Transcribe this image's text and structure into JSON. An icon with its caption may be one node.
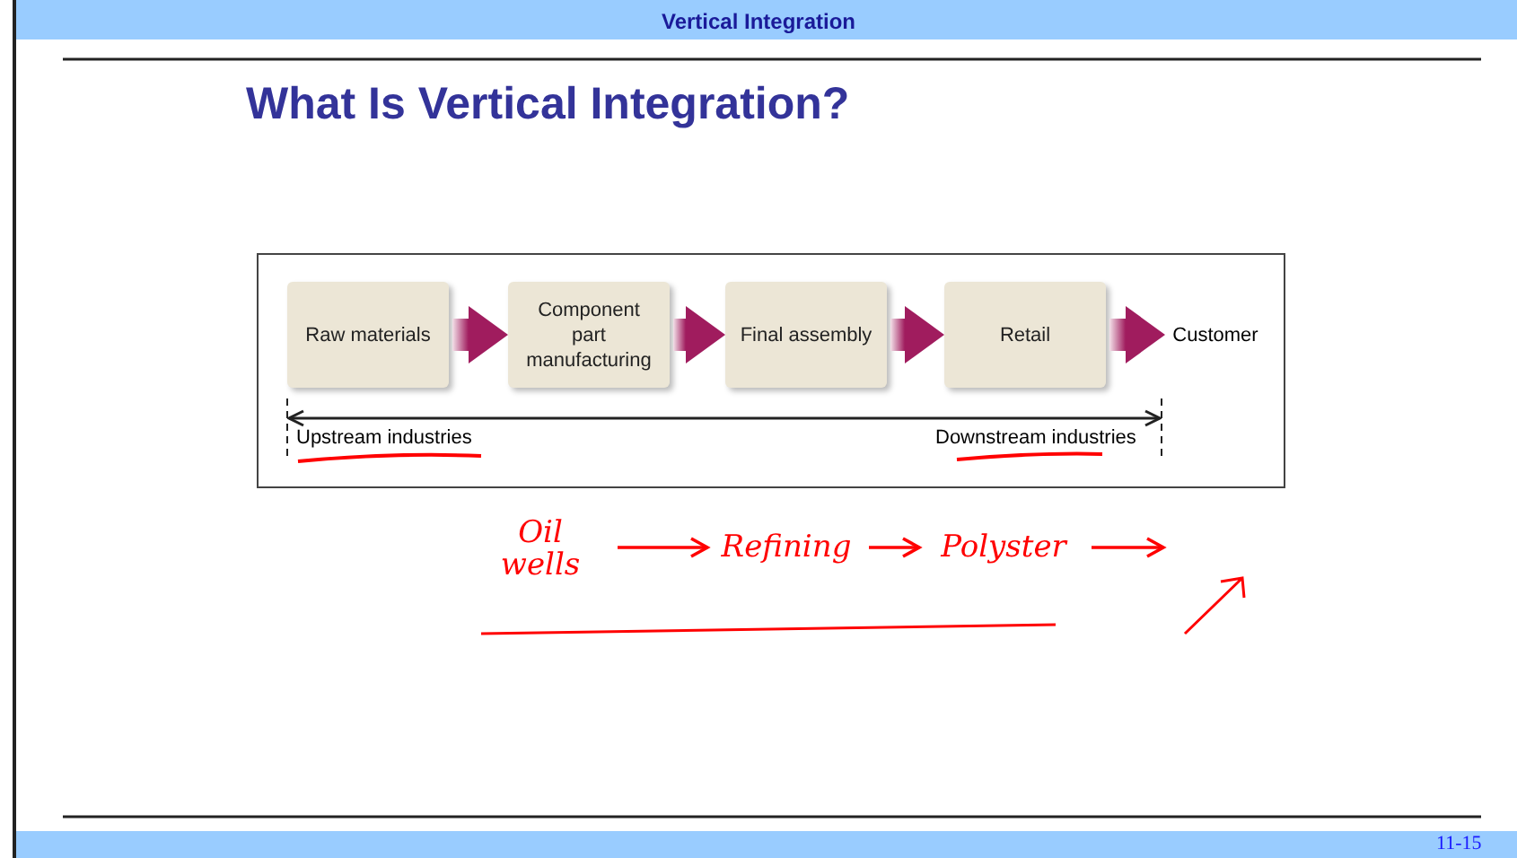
{
  "diagram": {
    "title": "What Is Vertical Integration?",
    "nodes": [
      {
        "text": [
          "Raw materials"
        ]
      },
      {
        "text": [
          "Component part manufacturing"
        ]
      },
      {
        "text": [
          "Final assembly"
        ]
      },
      {
        "text": [
          "Retail"
        ]
      },
      {
        "text": [
          "Customer"
        ]
      },
      {
        "text": [
          "Oil wells"
        ]
      },
      {
        "text": [
          "Refining"
        ]
      },
      {
        "text": [
          "Polyster"
        ]
      }
    ],
    "edges": [
      {
        "from": 0,
        "to": 1,
        "arrow": "to",
        "style": "thick"
      },
      {
        "from": 1,
        "to": 2,
        "arrow": "to",
        "style": "thick"
      },
      {
        "from": 2,
        "to": 3,
        "arrow": "to",
        "style": "thick"
      },
      {
        "from": 3,
        "to": 4,
        "arrow": "to",
        "style": "thick"
      },
      {
        "from": 5,
        "to": 6,
        "arrow": "to",
        "color": "#ff0000"
      },
      {
        "from": 6,
        "to": 7,
        "arrow": "to",
        "color": "#ff0000"
      },
      {
        "from": 7,
        "to": null,
        "arrow": "to",
        "color": "#ff0000"
      }
    ],
    "labels": [
      "Vertical Integration",
      "Upstream industries",
      "Downstream industries",
      "11-15"
    ]
  }
}
